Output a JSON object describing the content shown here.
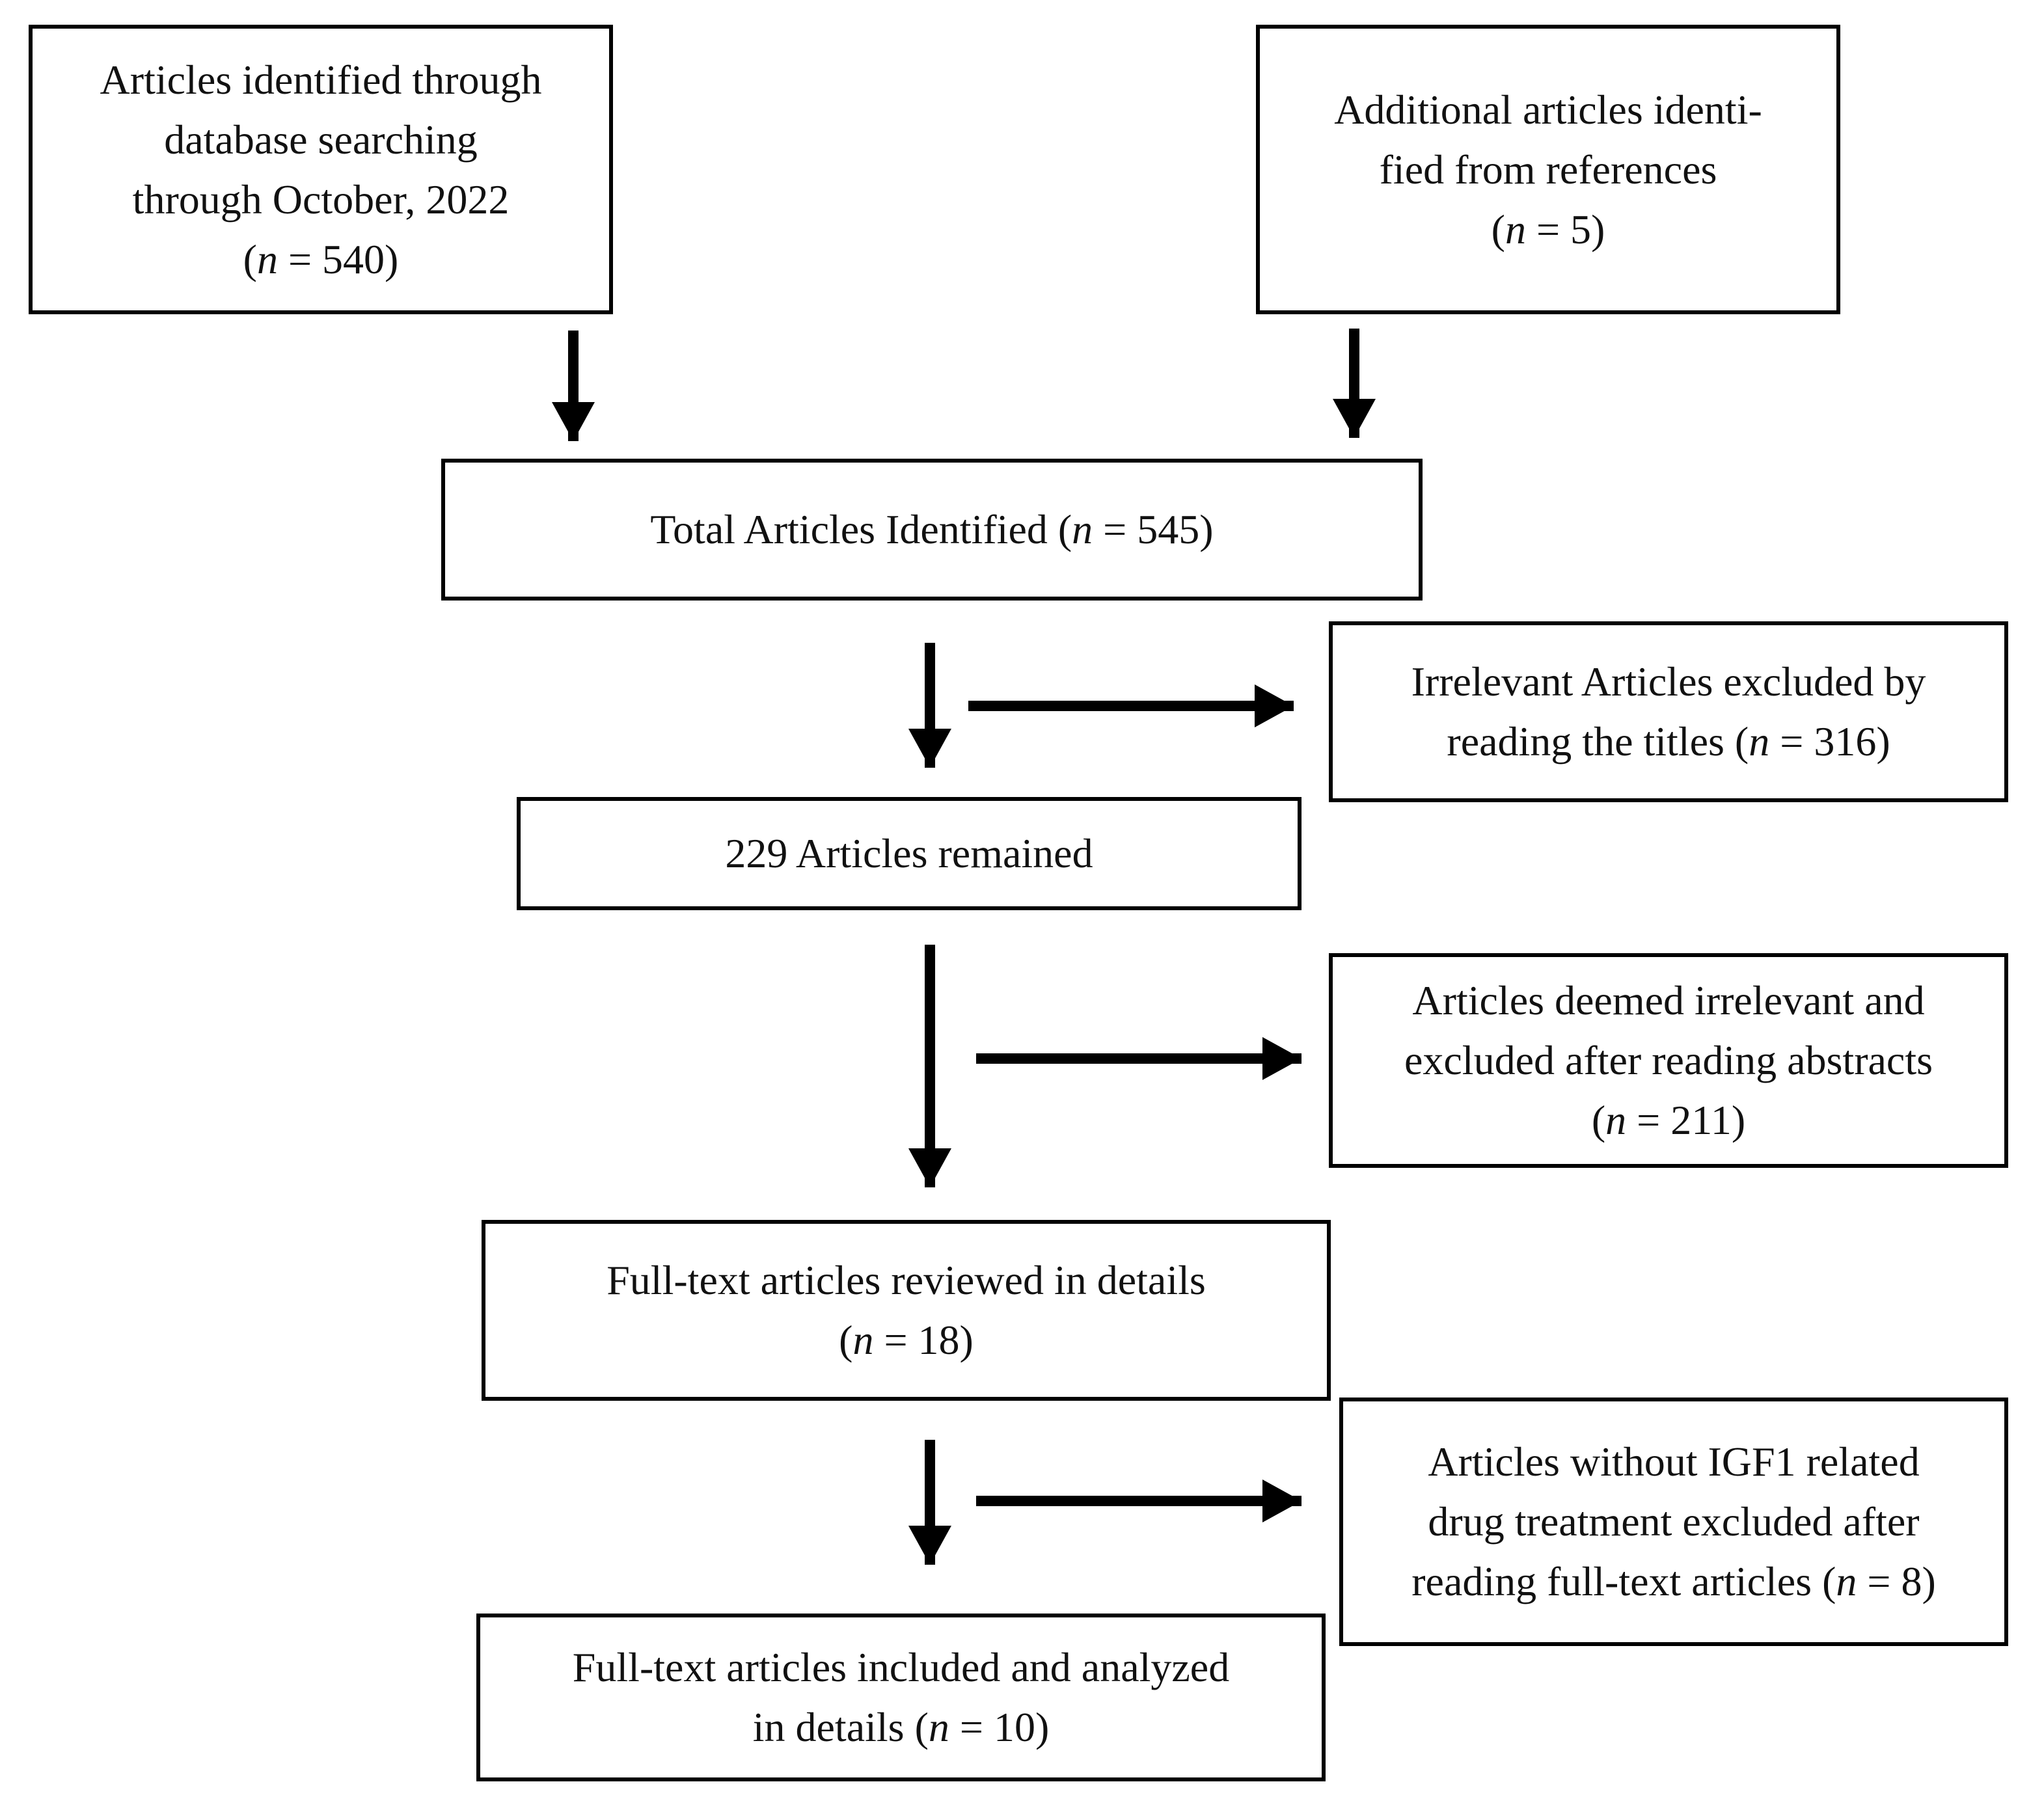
{
  "boxes": {
    "database": {
      "lines": [
        {
          "pre": "Articles identified through",
          "var": "",
          "post": ""
        },
        {
          "pre": "database searching",
          "var": "",
          "post": ""
        },
        {
          "pre": "through October, 2022",
          "var": "",
          "post": ""
        },
        {
          "pre": "(",
          "var": "n",
          "post": " = 540)"
        }
      ]
    },
    "references": {
      "lines": [
        {
          "pre": "Additional articles identi-",
          "var": "",
          "post": ""
        },
        {
          "pre": "fied from references",
          "var": "",
          "post": ""
        },
        {
          "pre": "(",
          "var": "n",
          "post": " = 5)"
        }
      ]
    },
    "total": {
      "lines": [
        {
          "pre": "Total Articles Identified (",
          "var": "n",
          "post": " = 545)"
        }
      ]
    },
    "excluded_titles": {
      "lines": [
        {
          "pre": "Irrelevant Articles excluded by",
          "var": "",
          "post": ""
        },
        {
          "pre": "reading the titles (",
          "var": "n",
          "post": " = 316)"
        }
      ]
    },
    "remained": {
      "lines": [
        {
          "pre": "229 Articles remained",
          "var": "",
          "post": ""
        }
      ]
    },
    "excluded_abstracts": {
      "lines": [
        {
          "pre": "Articles deemed irrelevant and",
          "var": "",
          "post": ""
        },
        {
          "pre": "excluded after reading abstracts",
          "var": "",
          "post": ""
        },
        {
          "pre": "(",
          "var": "n",
          "post": " = 211)"
        }
      ]
    },
    "fulltext_reviewed": {
      "lines": [
        {
          "pre": "Full-text articles reviewed in details",
          "var": "",
          "post": ""
        },
        {
          "pre": "(",
          "var": "n",
          "post": " = 18)"
        }
      ]
    },
    "excluded_fulltext": {
      "lines": [
        {
          "pre": "Articles without IGF1  related",
          "var": "",
          "post": ""
        },
        {
          "pre": "drug treatment excluded after",
          "var": "",
          "post": ""
        },
        {
          "pre": "reading full-text articles (",
          "var": "n",
          "post": " = 8)"
        }
      ]
    },
    "included": {
      "lines": [
        {
          "pre": "Full-text articles included and analyzed",
          "var": "",
          "post": ""
        },
        {
          "pre": "in details (",
          "var": "n",
          "post": " = 10)"
        }
      ]
    }
  }
}
